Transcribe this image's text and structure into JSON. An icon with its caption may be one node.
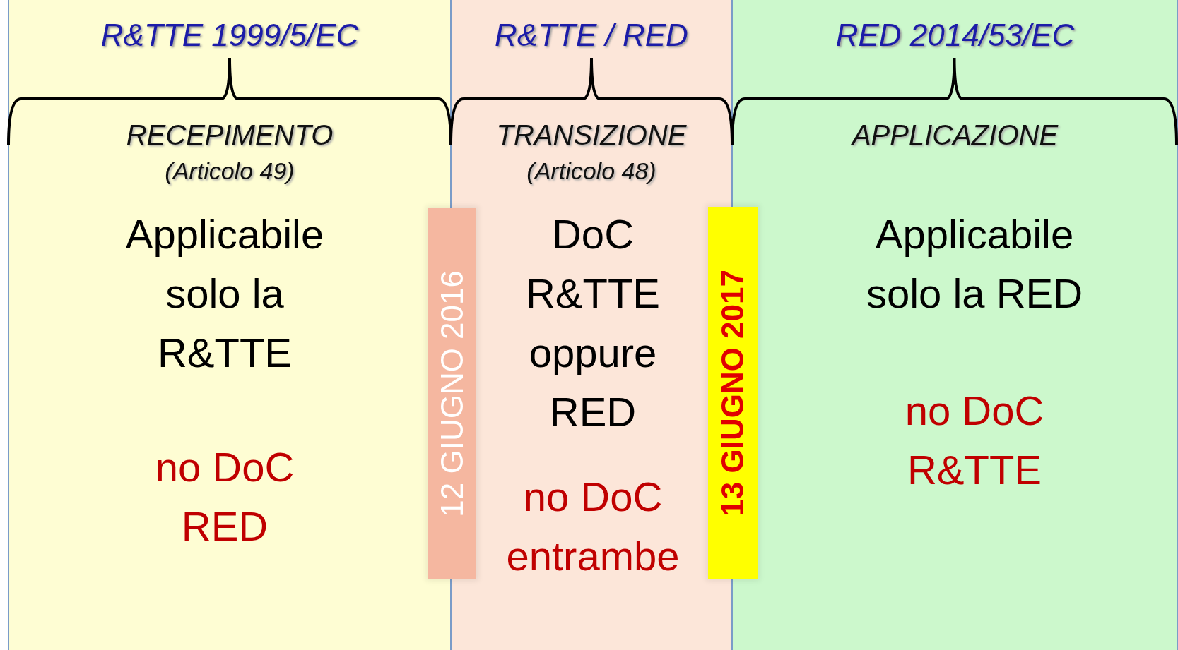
{
  "diagram": {
    "nodes": [
      {
        "text": [
          "R&TTE 1999/5/EC",
          "RECEPIMENTO",
          "(Articolo 49)",
          "Applicabile solo la R&TTE",
          "no DoC RED"
        ]
      },
      {
        "text": [
          "R&TTE / RED",
          "TRANSIZIONE",
          "(Articolo 48)",
          "DoC R&TTE oppure RED",
          "no DoC entrambe"
        ]
      },
      {
        "text": [
          "RED 2014/53/EC",
          "APPLICAZIONE",
          "Applicabile solo la RED",
          "no DoC R&TTE"
        ]
      },
      {
        "text": [
          "12 GIUGNO 2016"
        ]
      },
      {
        "text": [
          "13 GIUGNO 2017"
        ]
      }
    ]
  }
}
